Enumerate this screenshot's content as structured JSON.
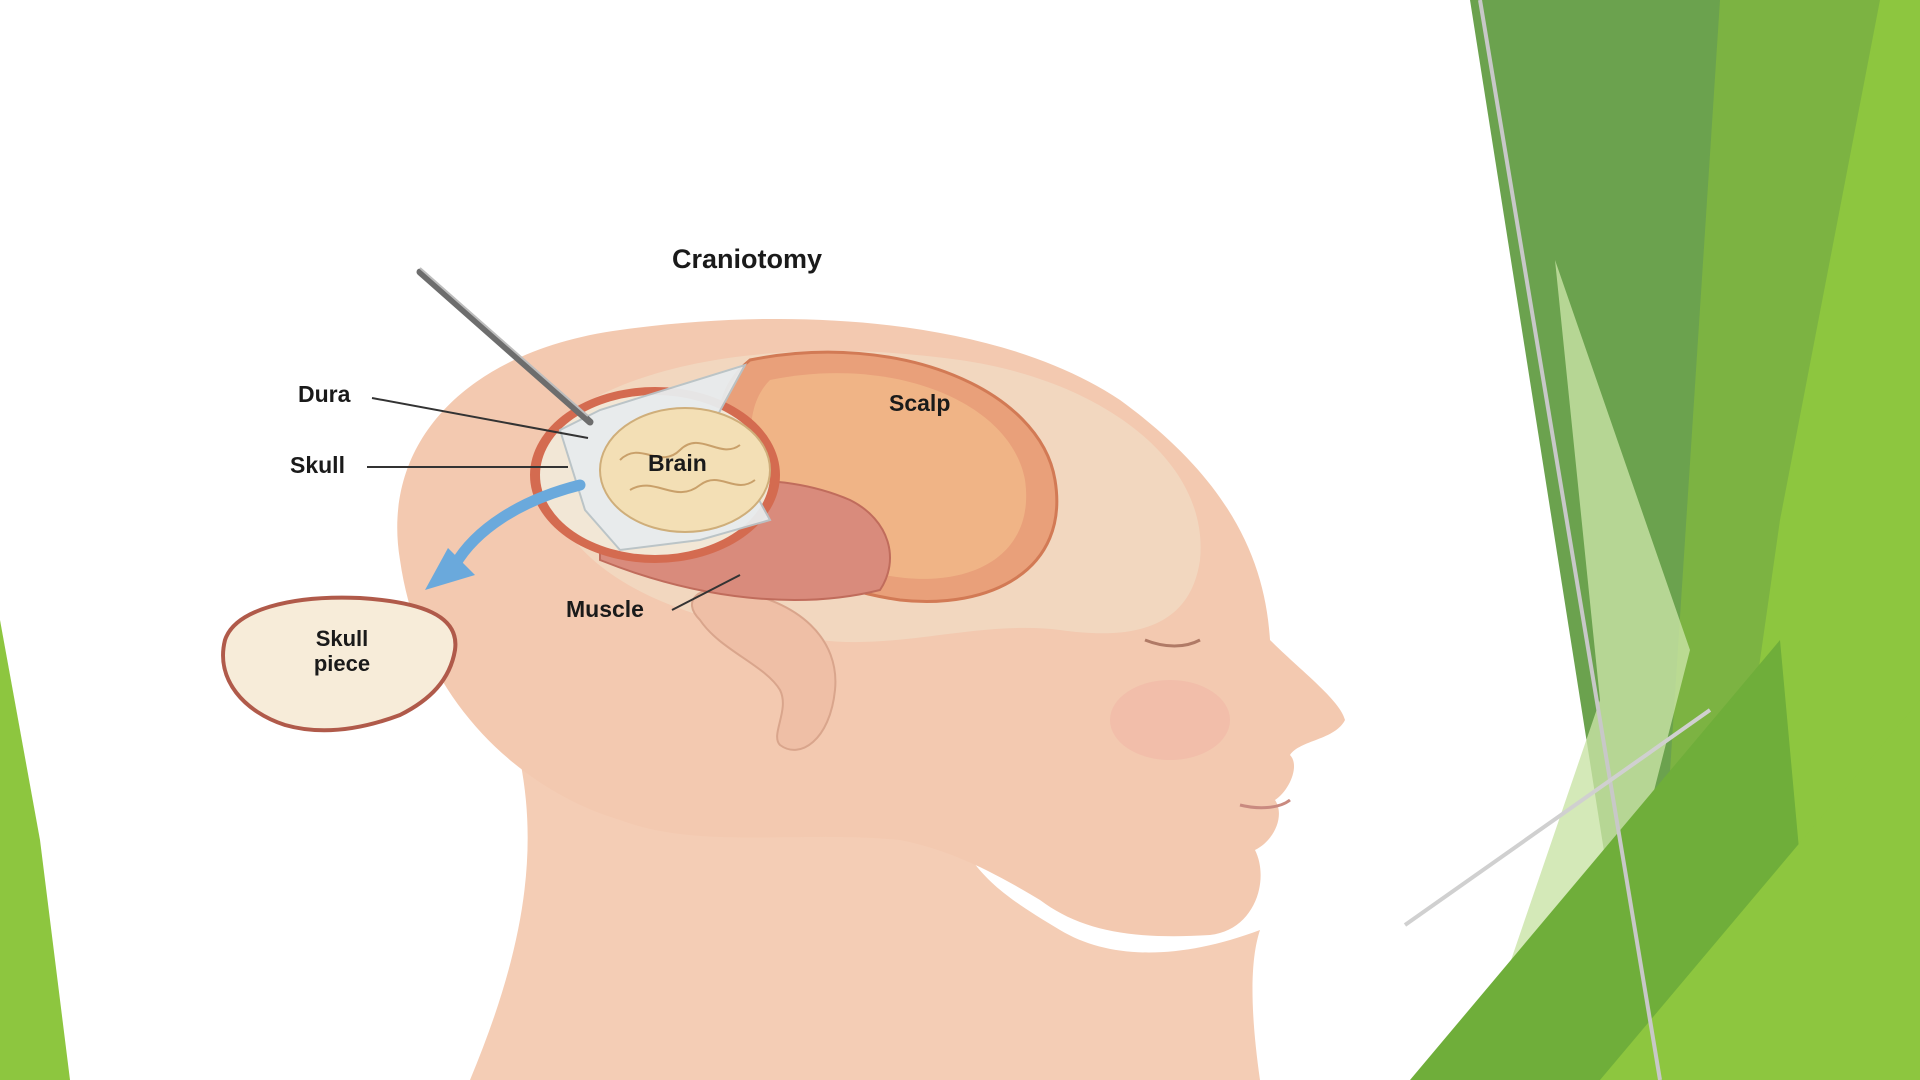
{
  "diagram": {
    "title": "Craniotomy",
    "labels": {
      "dura": "Dura",
      "skull": "Skull",
      "brain": "Brain",
      "scalp": "Scalp",
      "muscle": "Muscle",
      "skull_piece_line1": "Skull",
      "skull_piece_line2": "piece"
    }
  },
  "colors": {
    "accent_green_dark": "#5e9a3f",
    "accent_green": "#7cb342",
    "accent_green_light": "#8dc63f",
    "accent_green_pale": "#c9e3a6",
    "skin": "#f3c9b0",
    "scalp": "#e9a07a",
    "arrow_blue": "#6aa9dc"
  }
}
